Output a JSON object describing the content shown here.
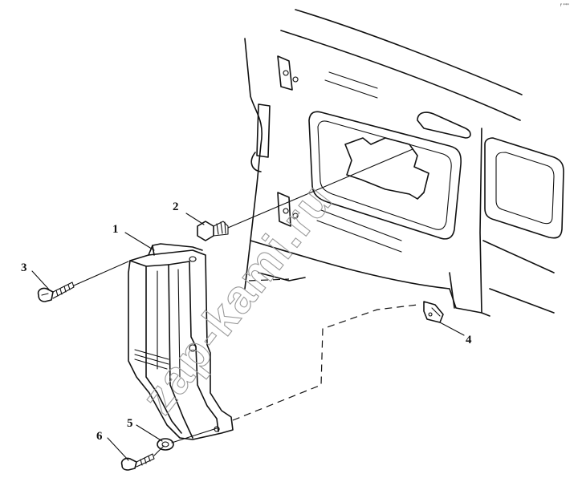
{
  "diagram": {
    "corner_mark": "f ***",
    "watermark": "zap-kami.ru",
    "callouts": [
      {
        "id": "1",
        "label": "1"
      },
      {
        "id": "2",
        "label": "2"
      },
      {
        "id": "3",
        "label": "3"
      },
      {
        "id": "4",
        "label": "4"
      },
      {
        "id": "5",
        "label": "5"
      },
      {
        "id": "6",
        "label": "6"
      }
    ]
  }
}
